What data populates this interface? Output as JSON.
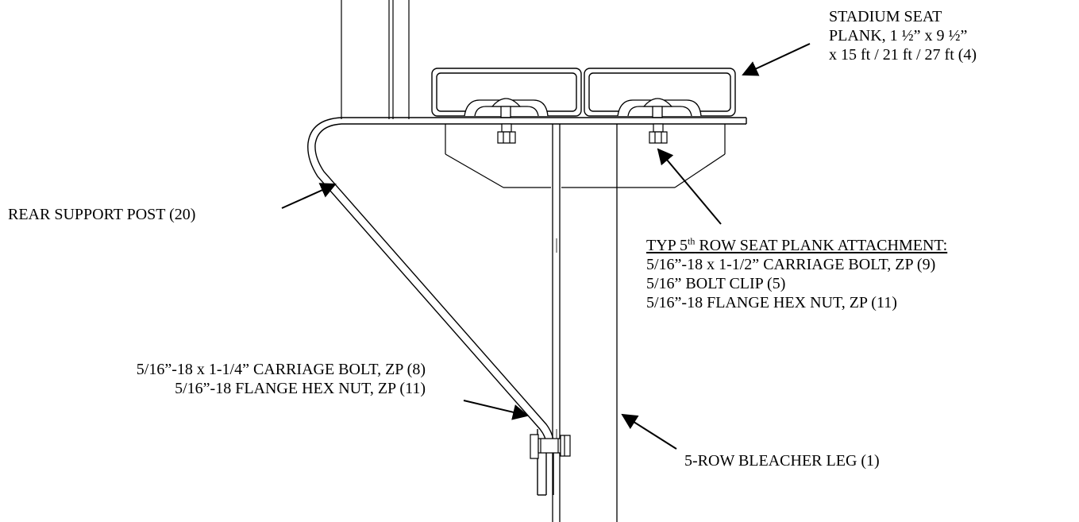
{
  "labels": {
    "seat_plank": {
      "line1": "STADIUM SEAT",
      "line2": "PLANK, 1 ½” x 9 ½”",
      "line3": "x 15 ft / 21 ft / 27 ft (4)"
    },
    "rear_support": "REAR SUPPORT POST (20)",
    "typ_attachment": {
      "heading_pre": "TYP 5",
      "heading_sup": "th",
      "heading_post": " ROW SEAT PLANK ATTACHMENT:",
      "line1": "5/16”-18 x 1-1/2” CARRIAGE BOLT, ZP (9)",
      "line2": "5/16” BOLT CLIP (5)",
      "line3": "5/16”-18 FLANGE HEX NUT, ZP (11)"
    },
    "lower_bolt": {
      "line1": "5/16”-18 x 1-1/4” CARRIAGE BOLT, ZP (8)",
      "line2": "5/16”-18 FLANGE HEX NUT, ZP (11)"
    },
    "bleacher_leg": "5-ROW BLEACHER LEG (1)"
  }
}
